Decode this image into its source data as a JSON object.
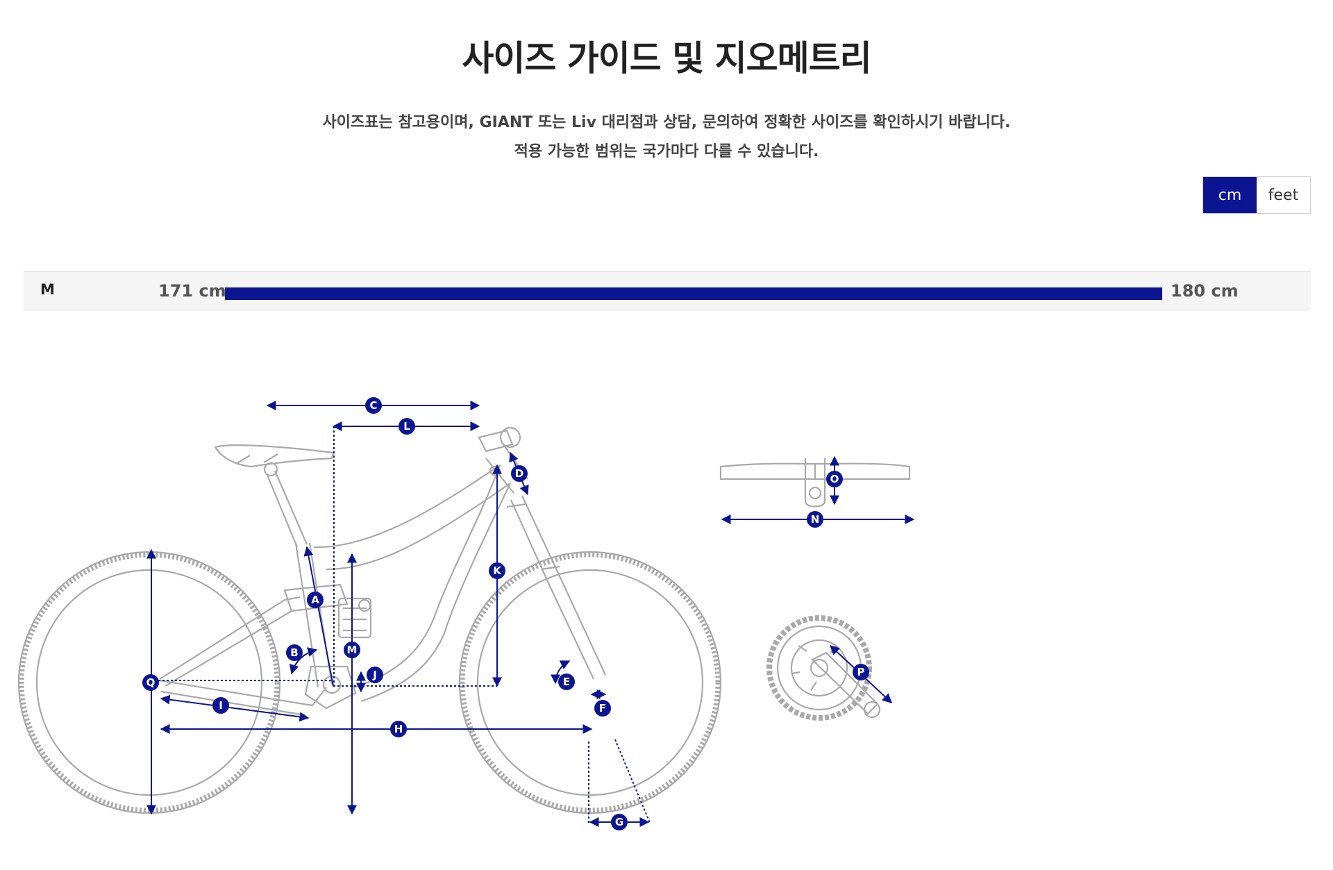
{
  "header": {
    "title": "사이즈 가이드 및 지오메트리",
    "notice_line1": "사이즈표는 참고용이며, GIANT 또는 Liv 대리점과 상담, 문의하여 정확한 사이즈를 확인하시기 바랍니다.",
    "notice_line2": "적용 가능한 범위는 국가마다 다를 수 있습니다."
  },
  "unit_toggle": {
    "options": [
      "cm",
      "feet"
    ],
    "selected": "cm"
  },
  "size_table": {
    "rows": [
      {
        "size": "M",
        "min": "171 cm",
        "max": "180 cm"
      }
    ]
  },
  "geometry": {
    "markers": [
      "A",
      "B",
      "C",
      "D",
      "E",
      "F",
      "G",
      "H",
      "I",
      "J",
      "K",
      "L",
      "M",
      "N",
      "O",
      "P",
      "Q"
    ]
  },
  "colors": {
    "accent": "#0b1591",
    "frame_line": "#a9a9a9",
    "row_bg": "#f5f5f5"
  }
}
